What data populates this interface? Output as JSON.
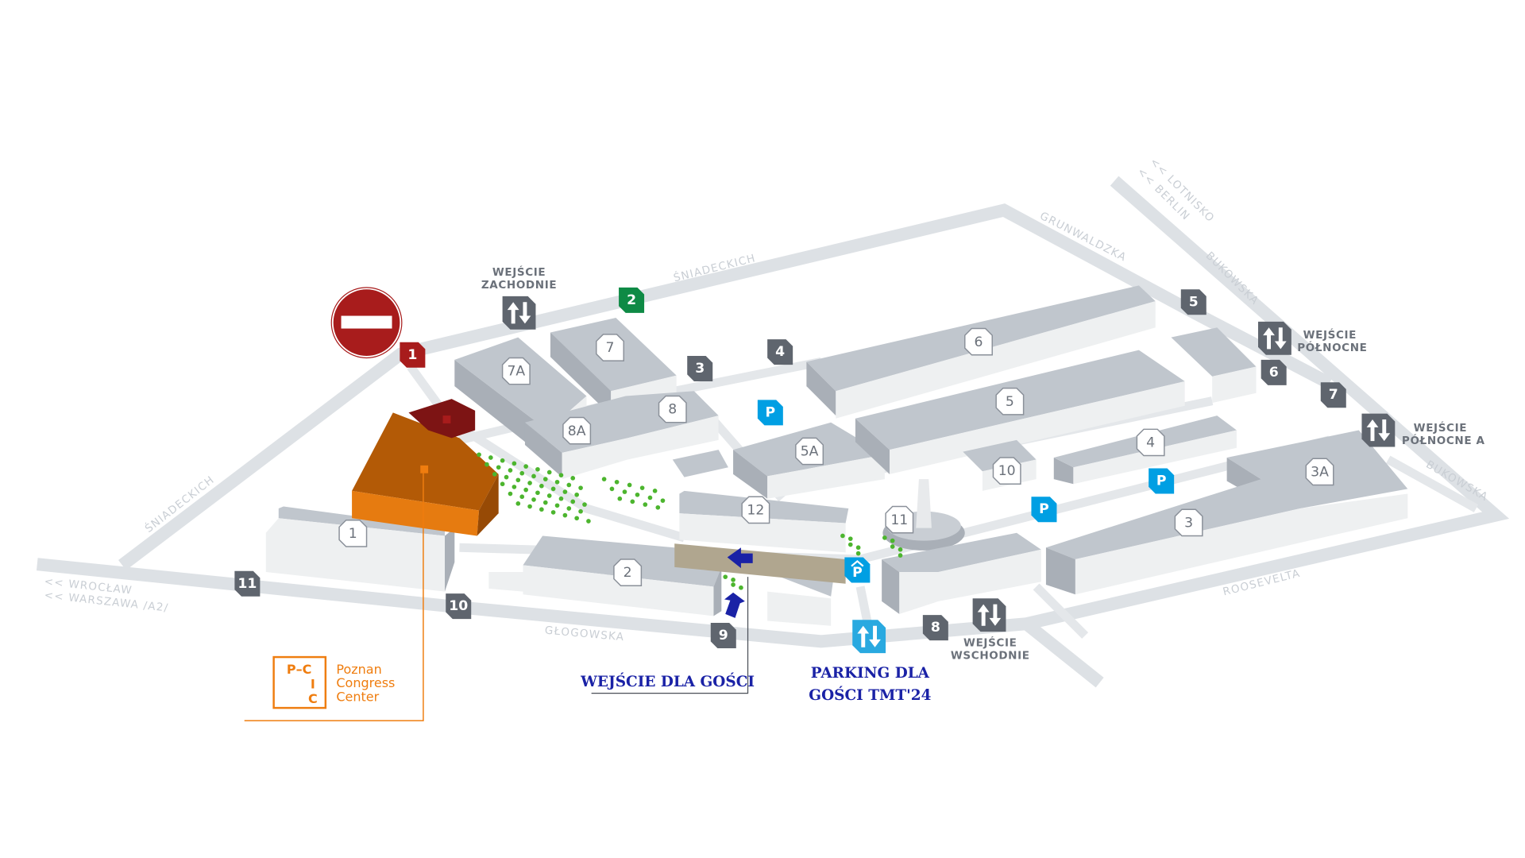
{
  "streets": {
    "sniadeckich_north": "ŚNIADECKICH",
    "sniadeckich_west": "ŚNIADECKICH",
    "grunwaldzka": "GRUNWALDZKA",
    "lotnisko": "<< LOTNISKO",
    "berlin": "<< BERLIN",
    "bukowska_north": "BUKOWSKA",
    "bukowska_east": "BUKOWSKA",
    "roosevelta": "ROOSEVELTA",
    "glogowska": "GŁOGOWSKA",
    "wroclaw": "<< WROCŁAW",
    "warszawa": "<< WARSZAWA /A2/"
  },
  "entrances": {
    "west": [
      "WEJŚCIE",
      "ZACHODNIE"
    ],
    "north": [
      "WEJŚCIE",
      "PÓŁNOCNE"
    ],
    "north_a": [
      "WEJŚCIE",
      "PÓŁNOCNE A"
    ],
    "east": [
      "WEJŚCIE",
      "WSCHODNIE"
    ]
  },
  "gates": [
    "1",
    "2",
    "3",
    "4",
    "5",
    "6",
    "7",
    "8",
    "9",
    "10",
    "11"
  ],
  "halls": [
    "1",
    "2",
    "7A",
    "7",
    "8A",
    "8",
    "5A",
    "6",
    "5",
    "4",
    "10",
    "11",
    "12",
    "3",
    "3A"
  ],
  "parking_label": "P",
  "guest_entrance": "WEJŚCIE DLA GOŚCI",
  "guest_parking": [
    "PARKING DLA",
    "GOŚCI TMT'24"
  ],
  "logo": {
    "mark": [
      "P–C",
      "I",
      "C"
    ],
    "name": [
      "Poznan",
      "Congress",
      "Center"
    ]
  },
  "colors": {
    "gate": "#5f656e",
    "gate_red": "#a81c1c",
    "gate_green": "#0e8a45",
    "parking": "#009fe3",
    "guest": "#1a22a6",
    "pcc": "#ef7d0f",
    "road": "#dde1e5"
  }
}
